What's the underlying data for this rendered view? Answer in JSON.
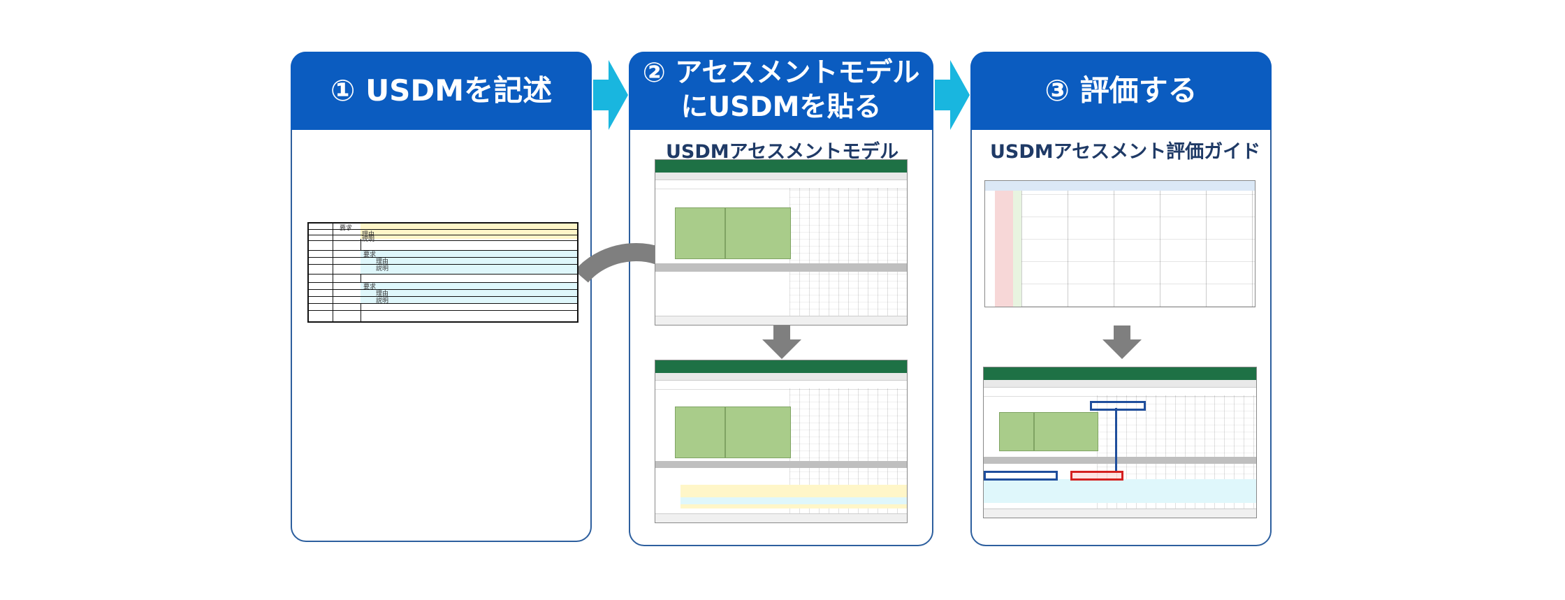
{
  "steps": [
    {
      "number_title": "① USDMを記述"
    },
    {
      "line1": "② アセスメントモデル",
      "line2": "にUSDMを貼る",
      "subtitle": "USDMアセスメントモデル"
    },
    {
      "number_title": "③ 評価する",
      "subtitle": "USDMアセスメント評価ガイド"
    }
  ],
  "usdm_table": {
    "cells": [
      "要求",
      "理由",
      "説明",
      "要求",
      "理由",
      "説明",
      "要求",
      "理由",
      "説明"
    ]
  },
  "colors": {
    "panel_header": "#0b5cc0",
    "panel_border": "#2d5f9e",
    "flow_arrow": "#19b6df",
    "inner_arrow": "#7f7f7f",
    "excel_green": "#1e7145",
    "highlight_blue": "#1f4e9c",
    "highlight_red": "#d42020"
  },
  "icons": [
    "flow-arrow-icon",
    "curved-arrow-icon",
    "down-arrow-icon"
  ]
}
